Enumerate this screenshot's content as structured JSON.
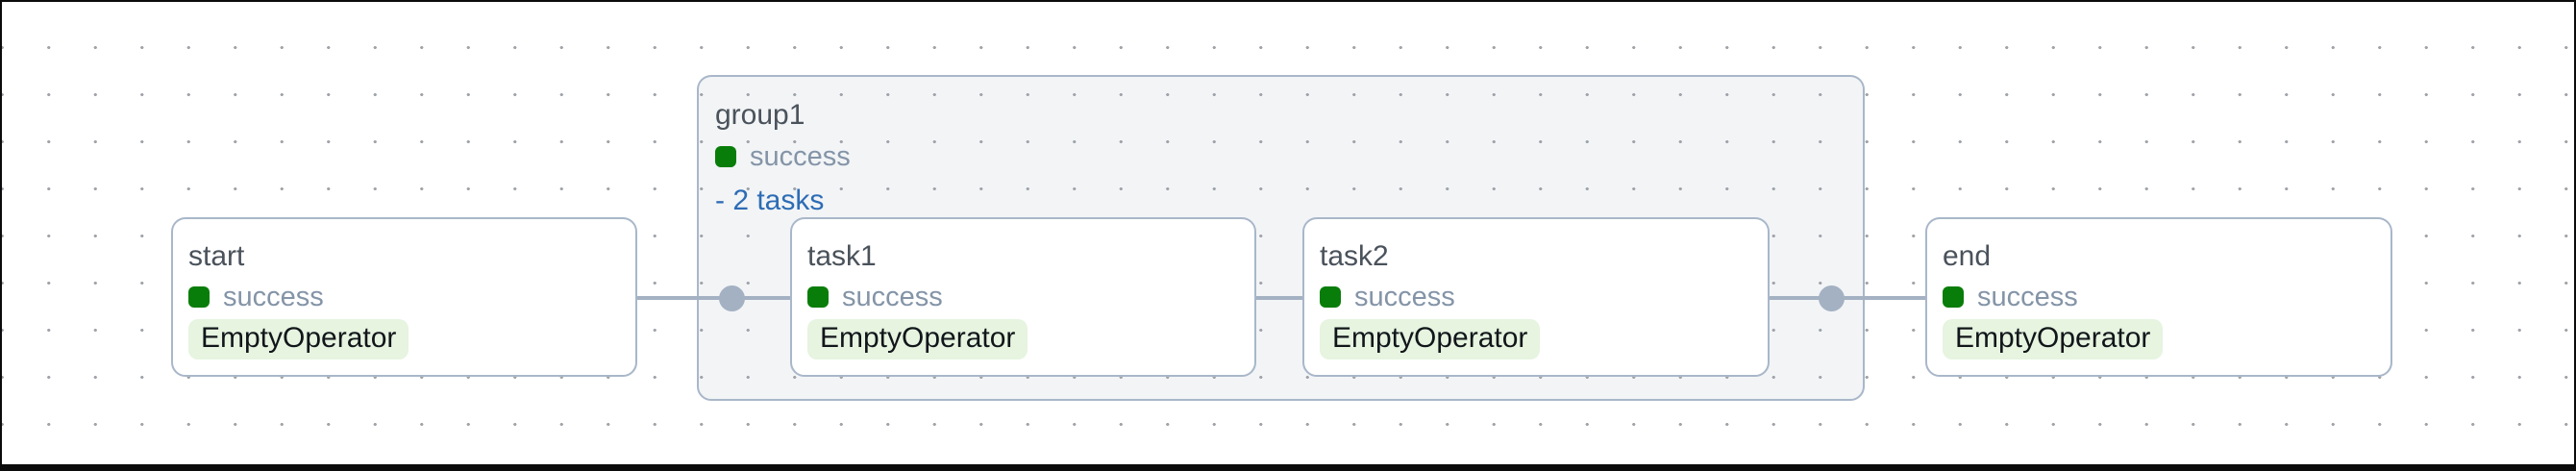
{
  "colors": {
    "status_success_green": "#097d09",
    "node_border": "#a9b7c9",
    "edge": "#a4b1c3",
    "group_fill": "#f2f3f5",
    "group_link_blue": "#2d6cb5",
    "operator_pill_bg": "#e6f4e0",
    "title_text": "#4a525b",
    "status_text": "#8494a7"
  },
  "group": {
    "title": "group1",
    "status": "success",
    "tasks_toggle": "- 2 tasks"
  },
  "tasks": [
    {
      "title": "start",
      "status": "success",
      "operator": "EmptyOperator"
    },
    {
      "title": "task1",
      "status": "success",
      "operator": "EmptyOperator"
    },
    {
      "title": "task2",
      "status": "success",
      "operator": "EmptyOperator"
    },
    {
      "title": "end",
      "status": "success",
      "operator": "EmptyOperator"
    }
  ]
}
